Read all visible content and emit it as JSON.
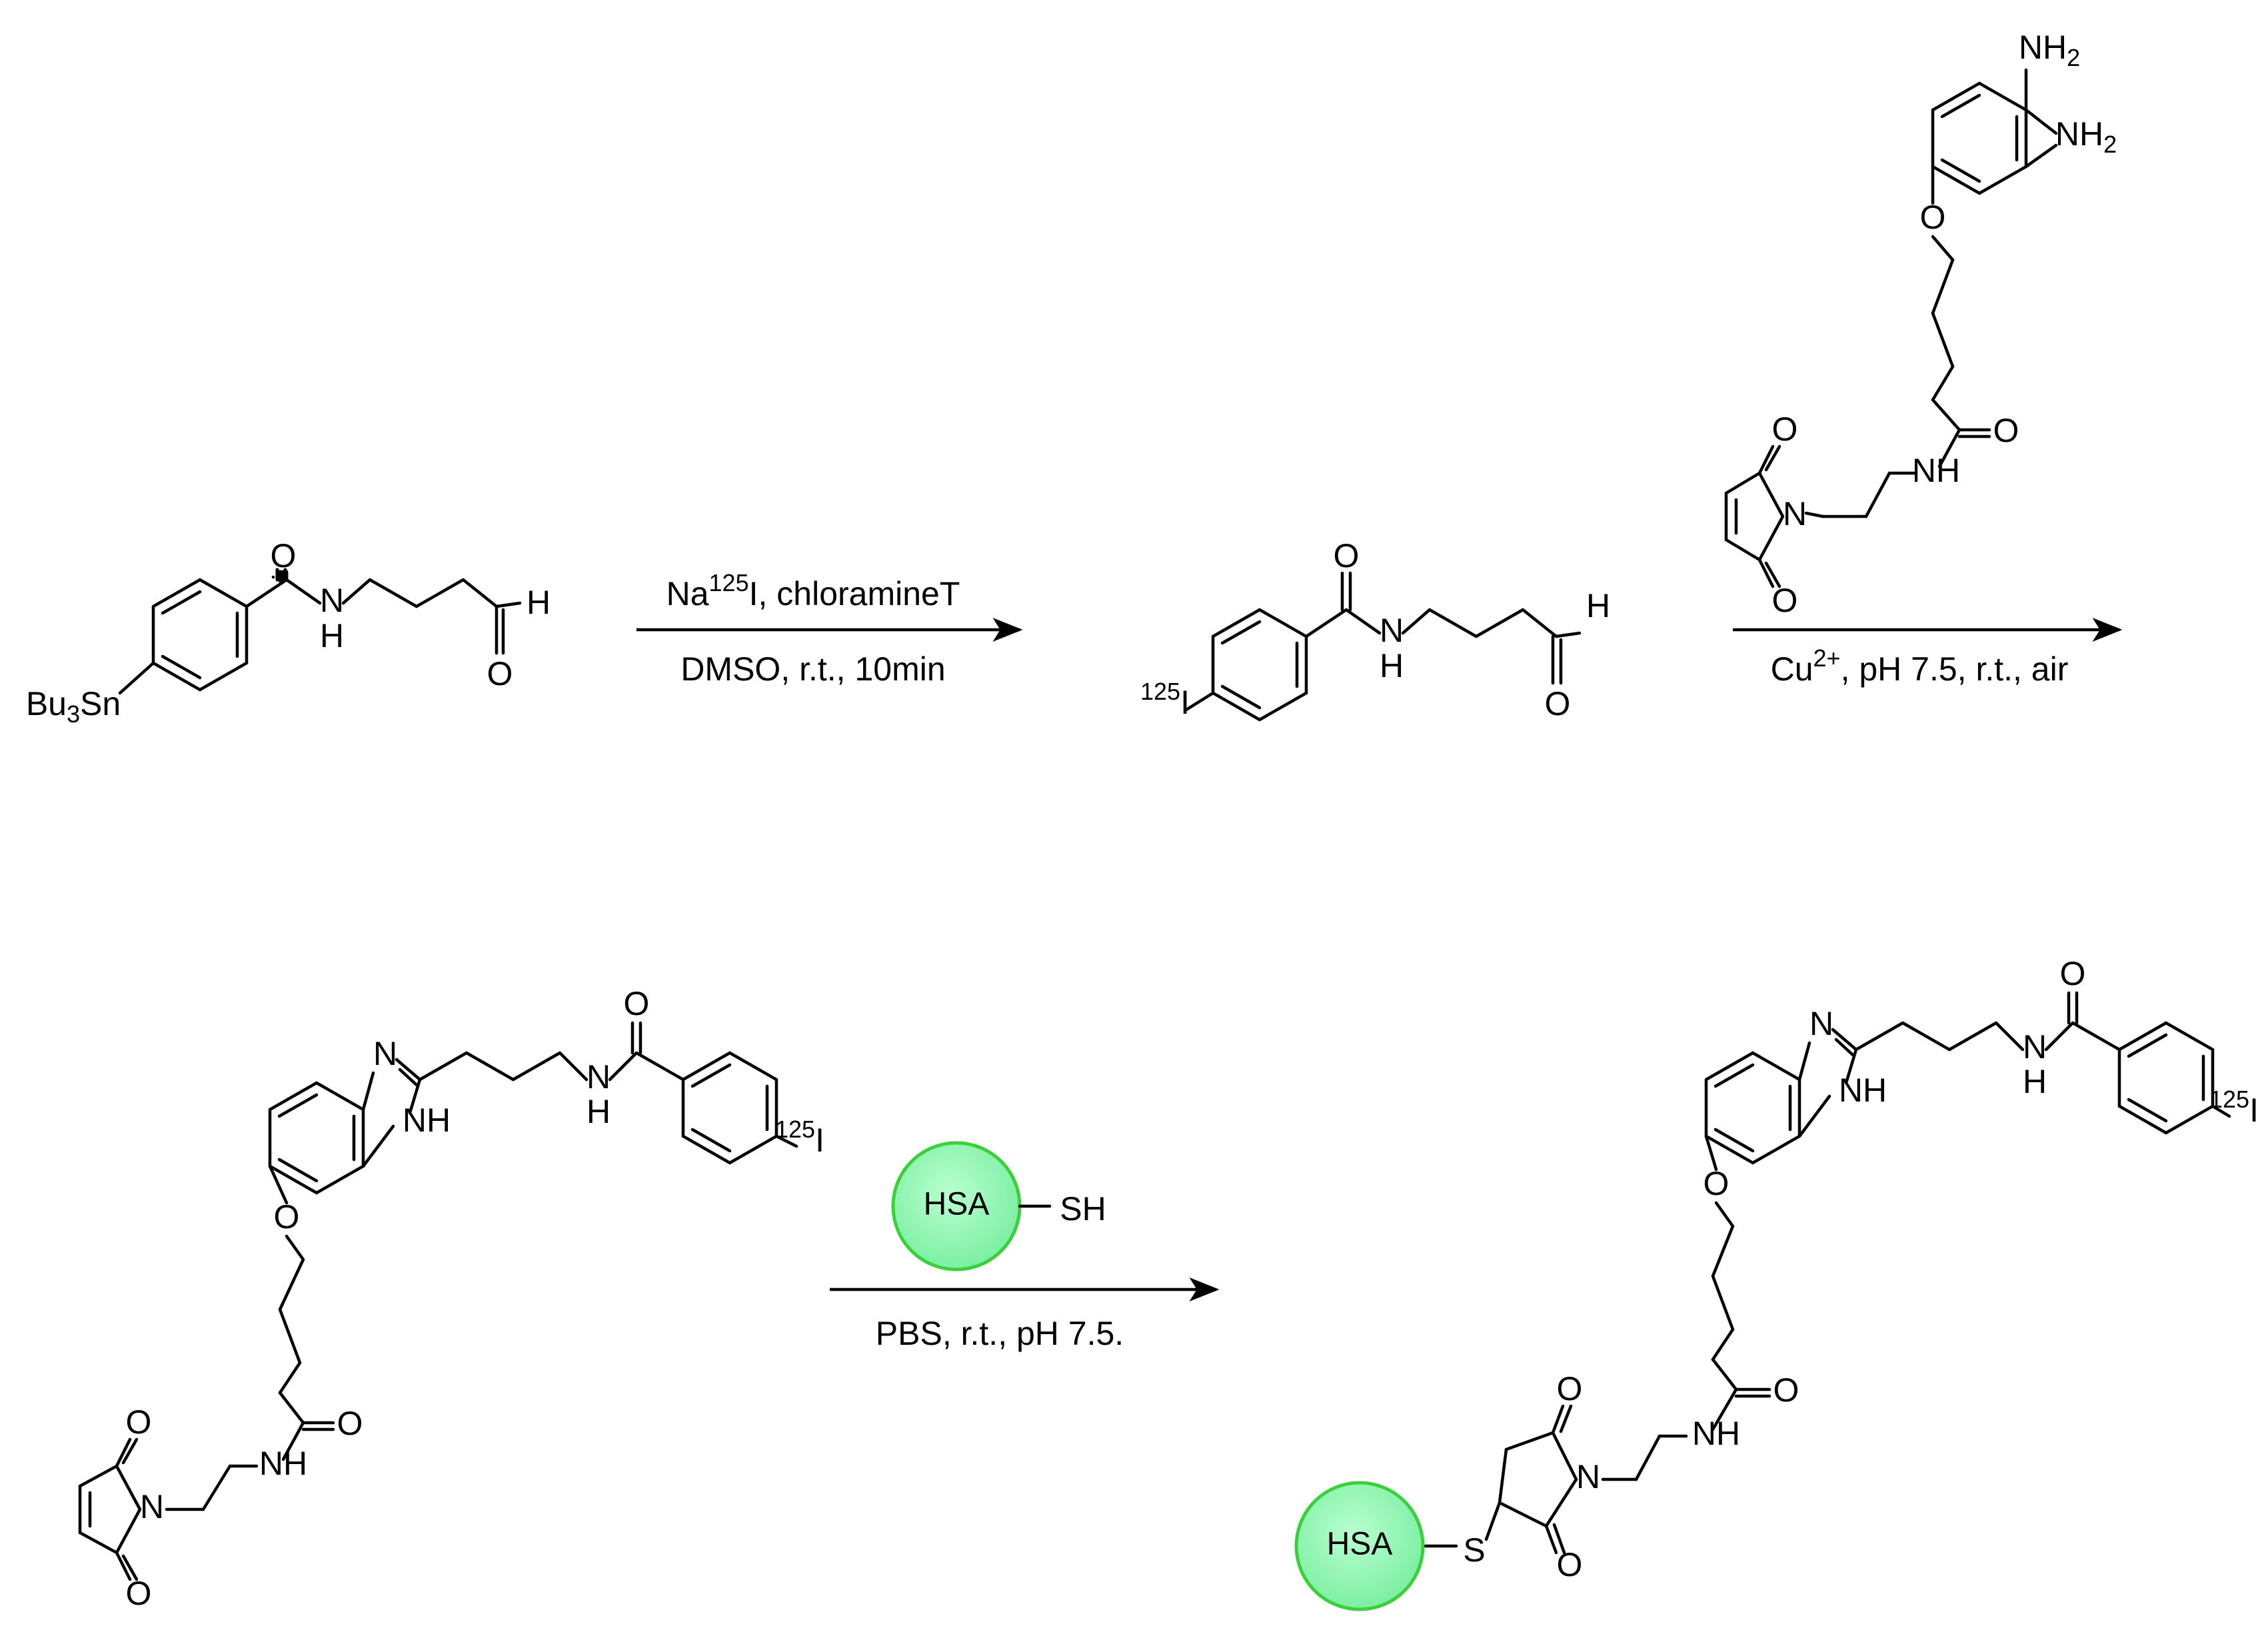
{
  "reagents": {
    "step1_top": "Na",
    "step1_top_sup": "125",
    "step1_top_rest": "I, chloramineT",
    "step1_bottom": "DMSO, r.t., 10min",
    "step2_bottom_a": "Cu",
    "step2_bottom_sup": "2+",
    "step2_bottom_b": ", pH 7.5, r.t., air",
    "step3_bottom": "PBS, r.t., pH 7.5."
  },
  "labels": {
    "bu3sn_a": "Bu",
    "bu3sn_sub": "3",
    "bu3sn_b": "Sn",
    "O": "O",
    "N": "N",
    "NH": "NH",
    "N_H": "H",
    "H": "H",
    "I": "I",
    "iso": "125",
    "NH2_a": "NH",
    "NH2_sub": "2",
    "S": "S",
    "SH": "SH",
    "HSA": "HSA"
  },
  "colors": {
    "hsa_fill": "#8ff5b4",
    "hsa_stroke": "#3ad03a",
    "ink": "#000000"
  }
}
